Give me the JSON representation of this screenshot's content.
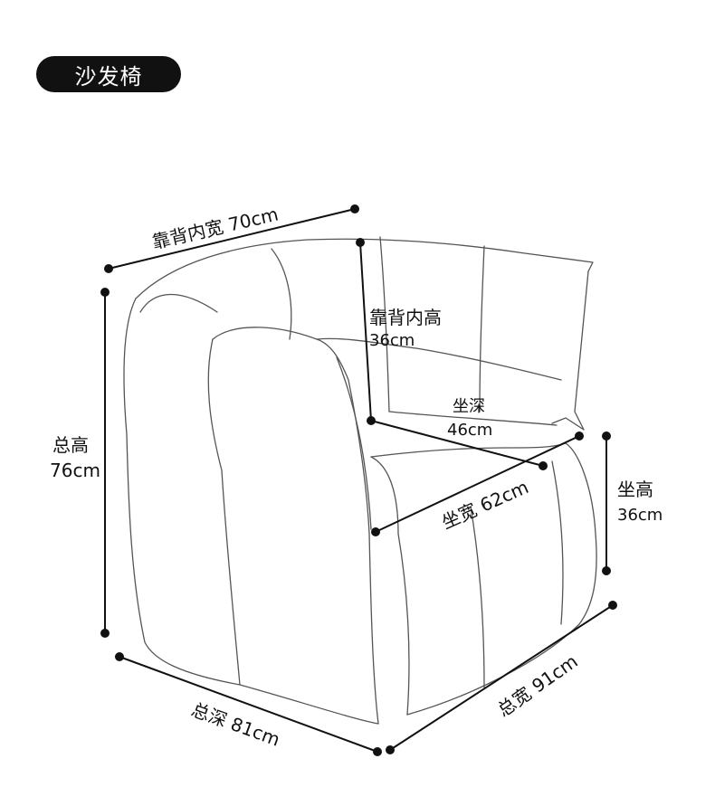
{
  "title": "沙发椅",
  "dimensions": {
    "backrest_inner_width": "靠背内宽 70cm",
    "backrest_inner_height_label": "靠背内高",
    "backrest_inner_height_value": "36cm",
    "seat_depth_label": "坐深",
    "seat_depth_value": "46cm",
    "seat_width": "坐宽 62cm",
    "total_height_label": "总高",
    "total_height_value": "76cm",
    "seat_height_label": "坐高",
    "seat_height_value": "36cm",
    "total_depth": "总深 81cm",
    "total_width": "总宽 91cm"
  },
  "colors": {
    "pill_bg": "#111111",
    "pill_text": "#ffffff",
    "line": "#555555"
  }
}
